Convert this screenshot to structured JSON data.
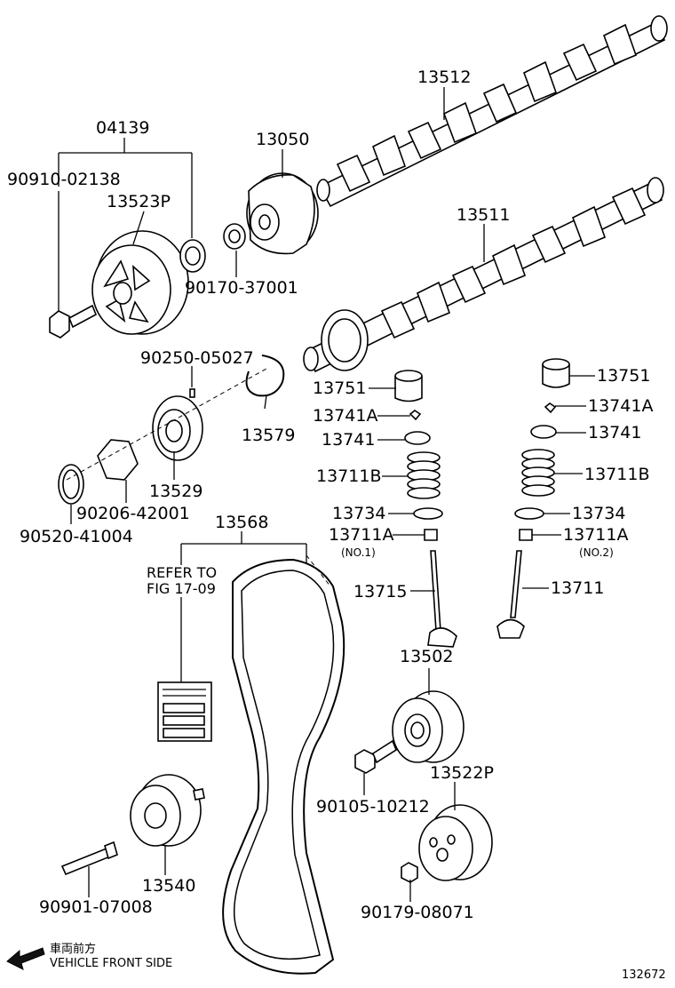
{
  "labels": {
    "p04139": "04139",
    "p13050": "13050",
    "p13512": "13512",
    "p13511": "13511",
    "p90910": "90910-02138",
    "p13523P": "13523P",
    "p90170": "90170-37001",
    "p90250": "90250-05027",
    "p13751a": "13751",
    "p13751b": "13751",
    "p13741Aa": "13741A",
    "p13741Ab": "13741A",
    "p13741a": "13741",
    "p13741b": "13741",
    "p13711Ba": "13711B",
    "p13711Bb": "13711B",
    "p13734a": "13734",
    "p13734b": "13734",
    "p13711Aa": "13711A",
    "p13711Ab": "13711A",
    "no1": "(NO.1)",
    "no2": "(NO.2)",
    "p13715": "13715",
    "p13711": "13711",
    "p13579": "13579",
    "p13529": "13529",
    "p90206": "90206-42001",
    "p90520": "90520-41004",
    "p13568": "13568",
    "refer1": "REFER TO",
    "refer2": "FIG 17-09",
    "p13502": "13502",
    "p90105": "90105-10212",
    "p13522P": "13522P",
    "p13540": "13540",
    "p90901": "90901-07008",
    "p90179": "90179-08071",
    "front_jp": "車両前方",
    "front_en": "VEHICLE FRONT SIDE",
    "fig_no": "132672"
  }
}
